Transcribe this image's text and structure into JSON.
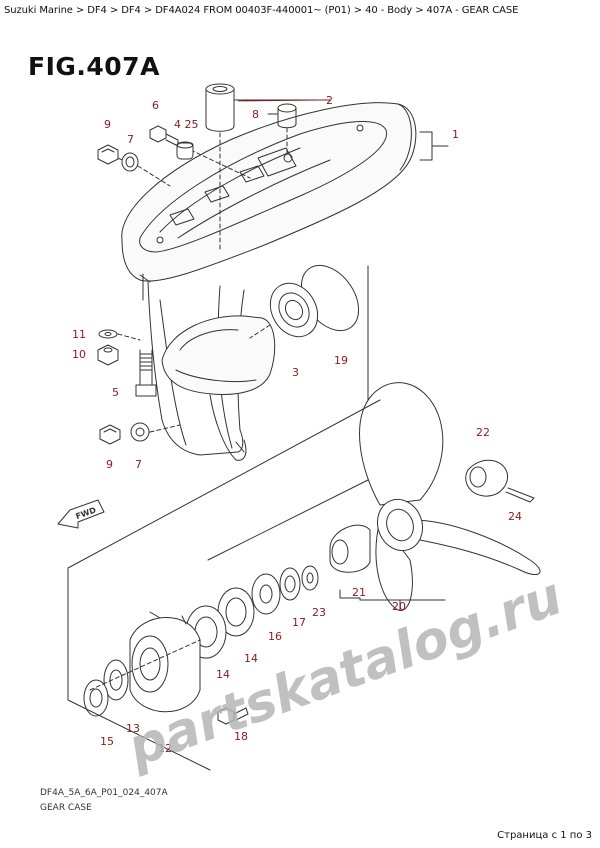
{
  "breadcrumb": "Suzuki Marine > DF4 > DF4 > DF4A024 FROM 00403F-440001~ (P01) > 40 - Body > 407A - GEAR CASE",
  "figure_title": "FIG.407A",
  "watermark": "partskatalog.ru",
  "fwd_label": "FWD",
  "footer_code": "DF4A_5A_6A_P01_024_407A",
  "footer_name": "GEAR CASE",
  "pager": "Страница с 1 по 3",
  "callouts": {
    "c1": "1",
    "c2": "2",
    "c3": "3",
    "c4_25": "4 25",
    "c5": "5",
    "c6": "6",
    "c7a": "7",
    "c7b": "7",
    "c8": "8",
    "c9a": "9",
    "c9b": "9",
    "c10": "10",
    "c11": "11",
    "c12": "12",
    "c13": "13",
    "c14a": "14",
    "c14b": "14",
    "c15": "15",
    "c16": "16",
    "c17": "17",
    "c18": "18",
    "c19": "19",
    "c20": "20",
    "c21": "21",
    "c22": "22",
    "c23": "23",
    "c24": "24"
  },
  "colors": {
    "callout": "#8b1a1a",
    "line": "#333333",
    "watermark": "#b5b5b5"
  }
}
